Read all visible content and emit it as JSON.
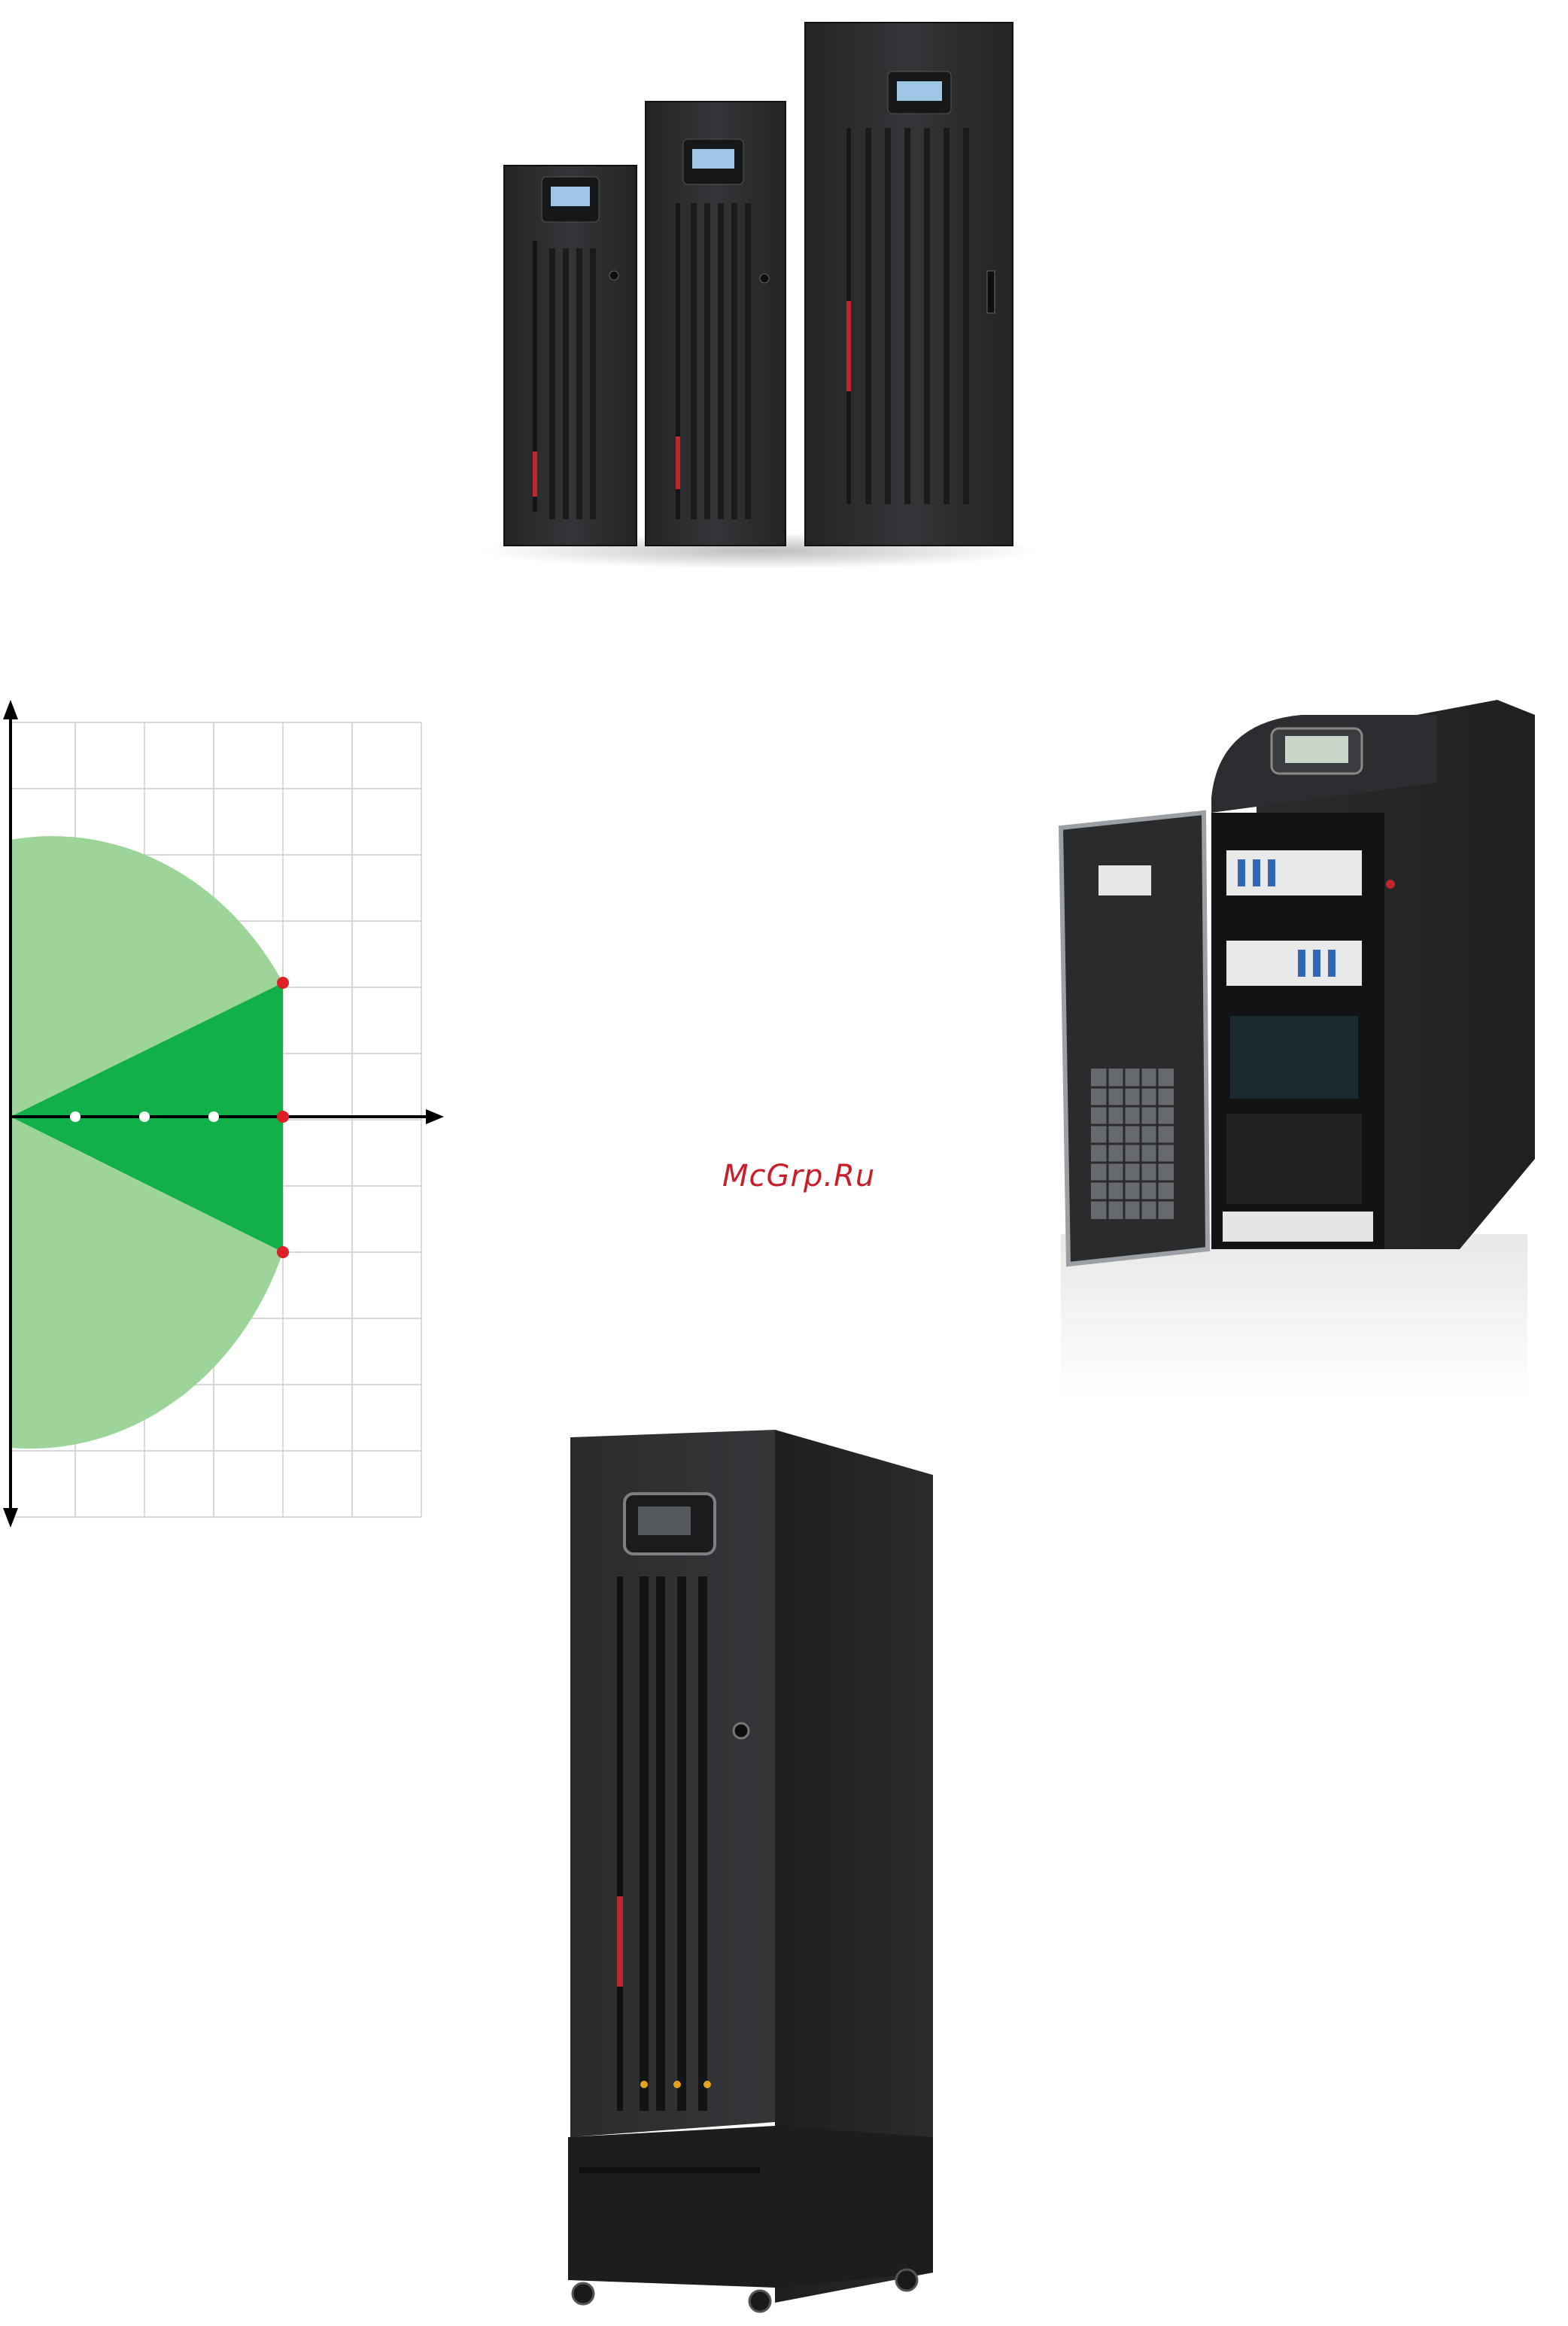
{
  "watermark": {
    "text": "McGrp.Ru"
  },
  "colors": {
    "cabinet": "#2b2c2e",
    "cabinet_dark": "#1d1e20",
    "panel_screen": "#9ec7e6",
    "accent_red": "#c0272d",
    "diagram_light_green": "#9dd49a",
    "diagram_dark_green": "#12b04a",
    "diagram_grid": "#d7d7d7",
    "diagram_point_red": "#e01e26"
  },
  "images": {
    "top": "ups-cabinet-family-three-sizes",
    "right": "ups-tower-open-door",
    "bottom": "ups-tall-cabinet-on-casters"
  }
}
